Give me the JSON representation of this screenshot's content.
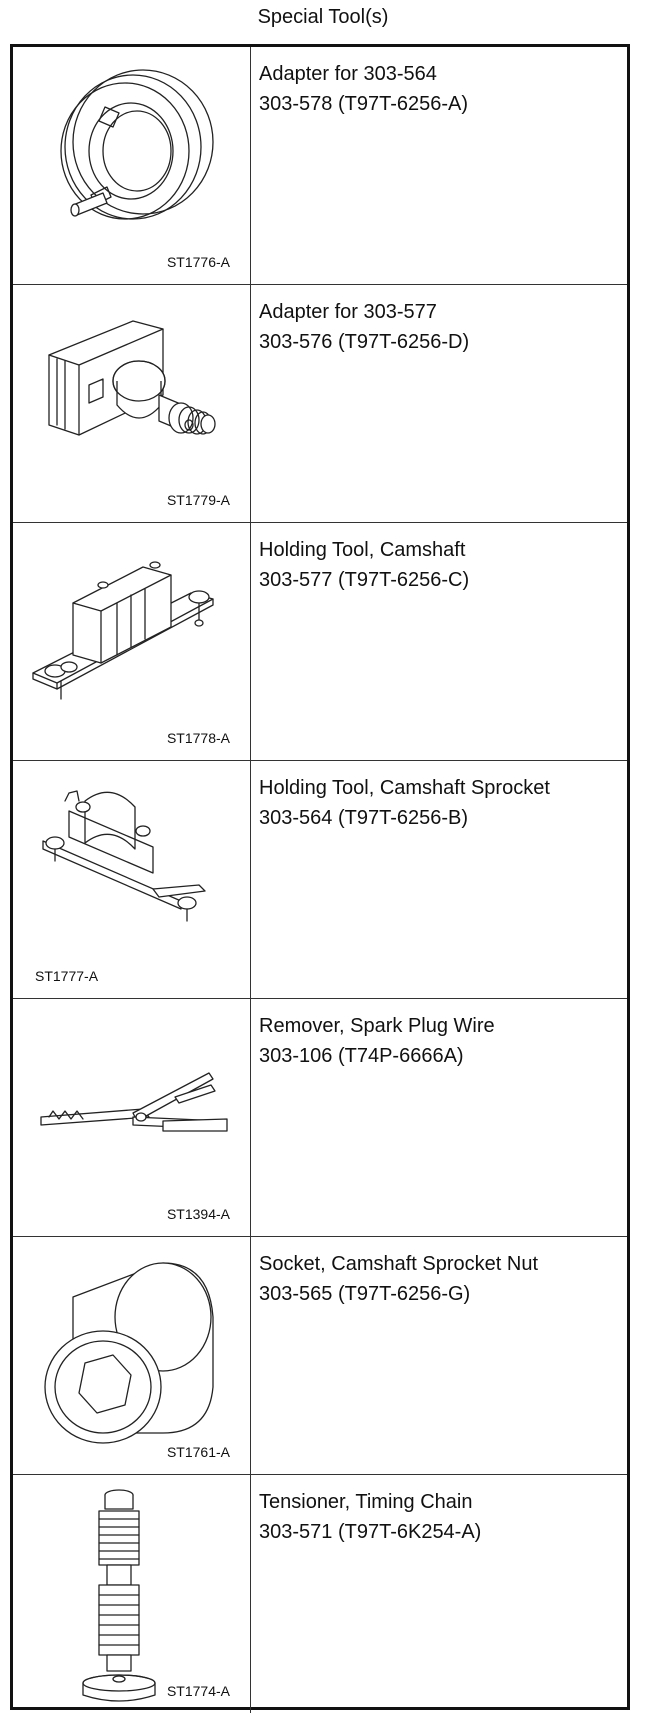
{
  "title": "Special Tool(s)",
  "tools": [
    {
      "figure_id": "ST1776-A",
      "name": "Adapter for 303-564",
      "part": "303-578 (T97T-6256-A)"
    },
    {
      "figure_id": "ST1779-A",
      "name": "Adapter for 303-577",
      "part": "303-576 (T97T-6256-D)"
    },
    {
      "figure_id": "ST1778-A",
      "name": "Holding Tool, Camshaft",
      "part": "303-577 (T97T-6256-C)"
    },
    {
      "figure_id": "ST1777-A",
      "name": "Holding Tool, Camshaft Sprocket",
      "part": "303-564 (T97T-6256-B)"
    },
    {
      "figure_id": "ST1394-A",
      "name": "Remover, Spark Plug Wire",
      "part": "303-106 (T74P-6666A)"
    },
    {
      "figure_id": "ST1761-A",
      "name": "Socket, Camshaft Sprocket Nut",
      "part": "303-565 (T97T-6256-G)"
    },
    {
      "figure_id": "ST1774-A",
      "name": "Tensioner, Timing Chain",
      "part": "303-571 (T97T-6K254-A)"
    }
  ]
}
